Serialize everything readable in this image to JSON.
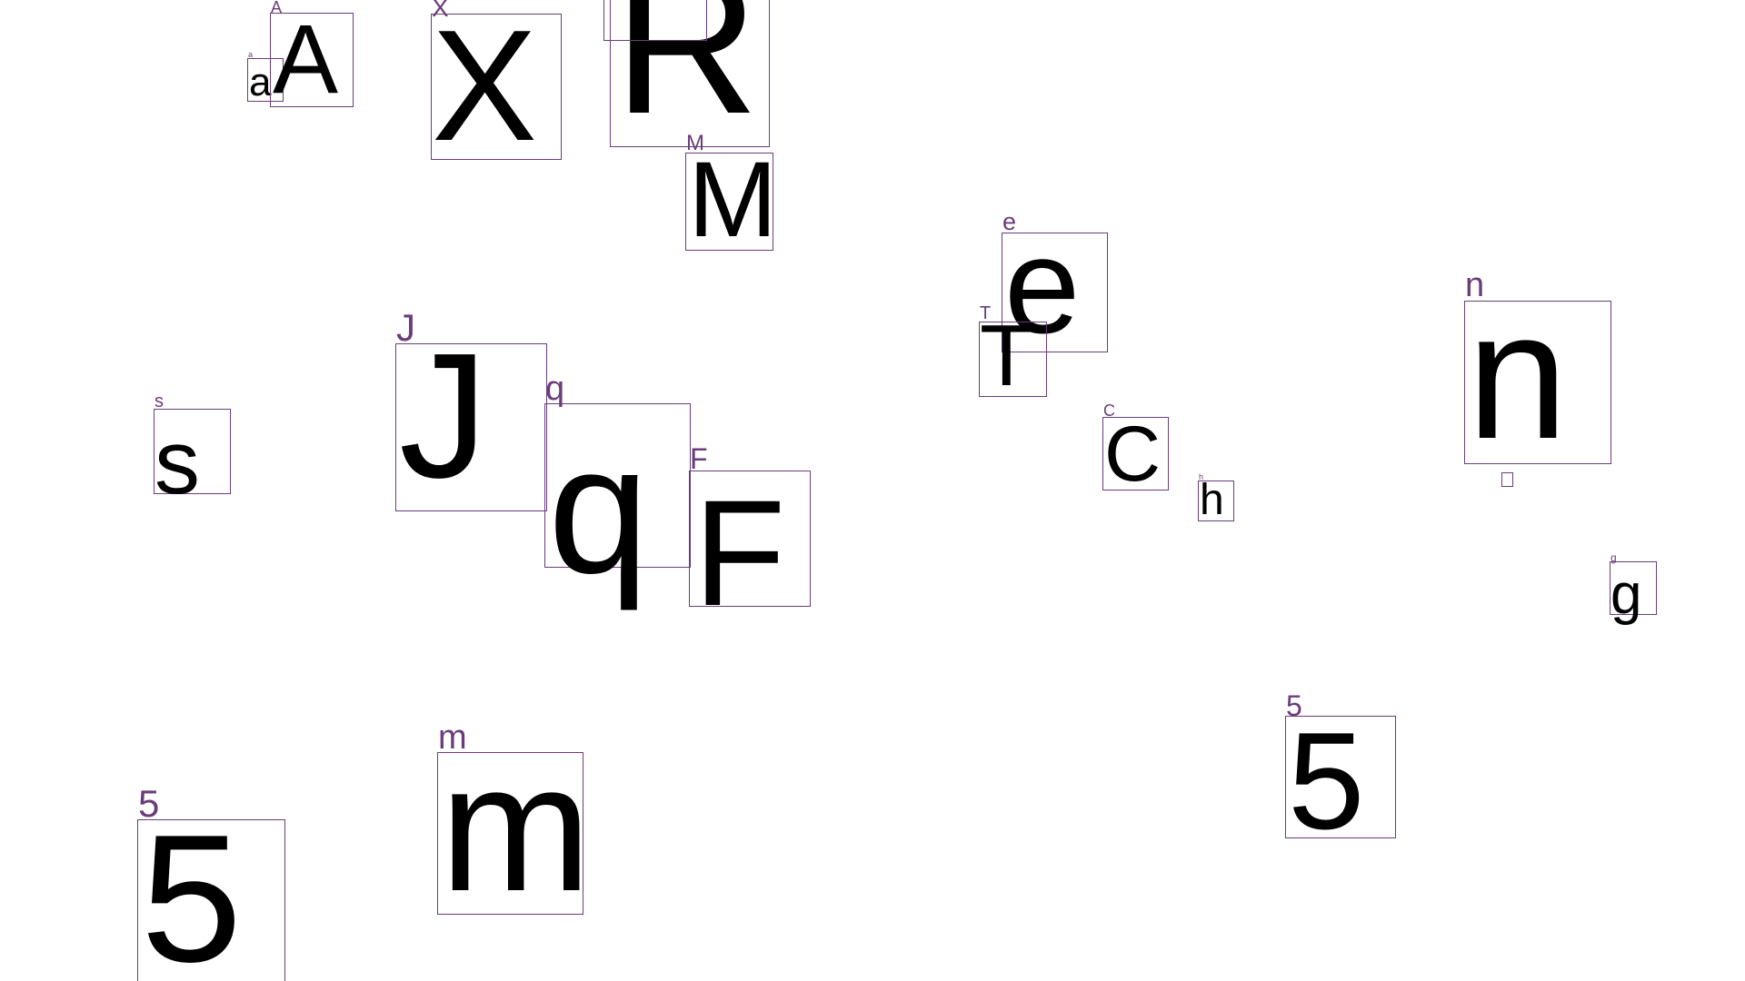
{
  "colors": {
    "box_border": "#6a3d7a",
    "label": "#6a3d7a",
    "glyph": "#000000",
    "background": "#ffffff"
  },
  "glyphs": [
    {
      "id": "a-small",
      "char": "a",
      "label": "a"
    },
    {
      "id": "A",
      "char": "A",
      "label": "A"
    },
    {
      "id": "X",
      "char": "X",
      "label": "X"
    },
    {
      "id": "R",
      "char": "R",
      "label": ""
    },
    {
      "id": "M",
      "char": "M",
      "label": "M"
    },
    {
      "id": "e",
      "char": "e",
      "label": "e"
    },
    {
      "id": "T",
      "char": "T",
      "label": "T"
    },
    {
      "id": "n",
      "char": "n",
      "label": "n"
    },
    {
      "id": "s",
      "char": "s",
      "label": "s"
    },
    {
      "id": "J",
      "char": "J",
      "label": "J"
    },
    {
      "id": "q",
      "char": "q",
      "label": "q"
    },
    {
      "id": "F",
      "char": "F",
      "label": "F"
    },
    {
      "id": "C",
      "char": "C",
      "label": "C"
    },
    {
      "id": "h",
      "char": "h",
      "label": "h"
    },
    {
      "id": "g",
      "char": "g",
      "label": "g"
    },
    {
      "id": "five-right",
      "char": "5",
      "label": "5"
    },
    {
      "id": "five-left",
      "char": "5",
      "label": "5"
    },
    {
      "id": "m",
      "char": "m",
      "label": "m"
    }
  ]
}
